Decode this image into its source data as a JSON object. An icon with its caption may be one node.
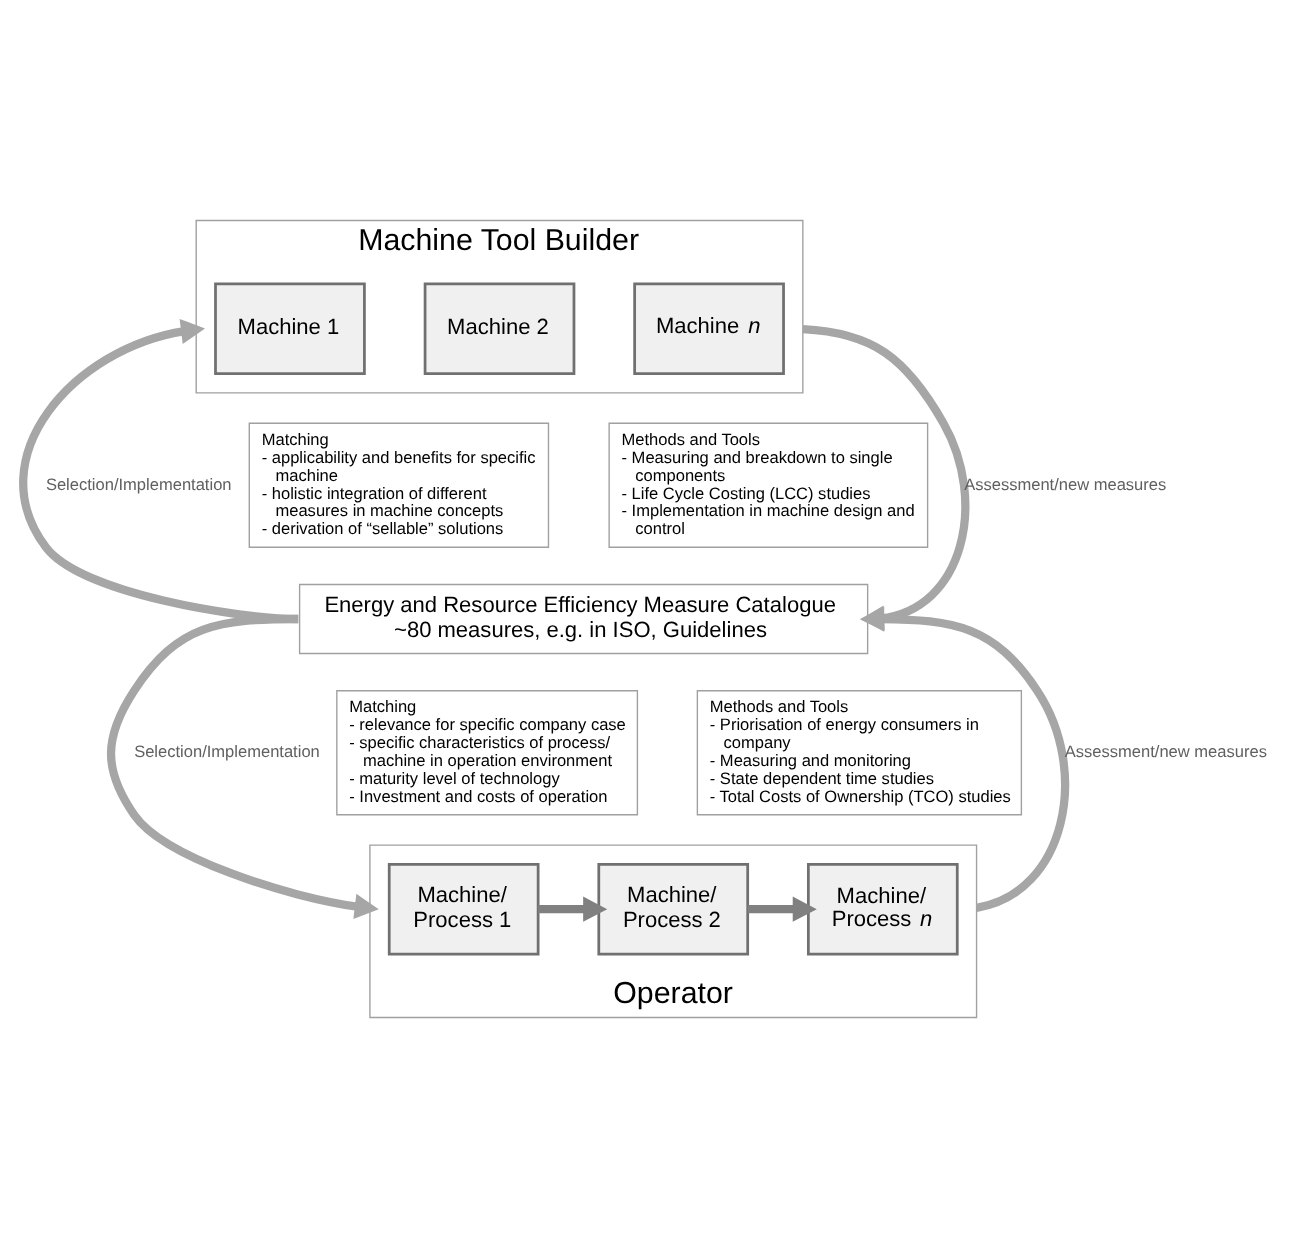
{
  "diagram": {
    "nodes": [
      {
        "text": [
          "Machine Tool Builder"
        ]
      },
      {
        "text": [
          "Machine 1"
        ],
        "in": 0
      },
      {
        "text": [
          "Machine 2"
        ],
        "in": 0
      },
      {
        "text": [
          "Machine *n*"
        ],
        "in": 0
      },
      {
        "text": [
          "Matching",
          "- applicability and benefits for specific machine",
          "- holistic integration of different measures in machine concepts",
          "- derivation of “sellable” solutions"
        ]
      },
      {
        "text": [
          "Methods and Tools",
          "- Measuring and breakdown to single components",
          "- Life Cycle Costing (LCC) studies",
          "- Implementation in machine design and control"
        ]
      },
      {
        "text": [
          "Energy and Resource Efficiency Measure Catalogue",
          "~80 measures, e.g. in ISO, Guidelines"
        ]
      },
      {
        "text": [
          "Matching",
          "- relevance for specific company case",
          "- specific characteristics of process/ machine in operation environment",
          "- maturity level of technology",
          "- Investment and costs of operation"
        ]
      },
      {
        "text": [
          "Methods and Tools",
          "- Priorisation of energy consumers in company",
          "- Measuring and monitoring",
          "- State dependent time studies",
          "- Total Costs of Ownership (TCO) studies"
        ]
      },
      {
        "text": [
          "Operator"
        ]
      },
      {
        "text": [
          "Machine/ Process 1"
        ],
        "in": 9
      },
      {
        "text": [
          "Machine/ Process 2"
        ],
        "in": 9
      },
      {
        "text": [
          "Machine/ Process *n*"
        ],
        "in": 9
      }
    ],
    "edges": [
      {
        "from": 6,
        "to": 0,
        "arrow": "to",
        "label": "Selection/Implementation"
      },
      {
        "from": 0,
        "to": 6,
        "arrow": "to",
        "label": "Assessment/new measures"
      },
      {
        "from": 6,
        "to": 9,
        "arrow": "to",
        "label": "Selection/Implementation"
      },
      {
        "from": 9,
        "to": 6,
        "arrow": "to",
        "label": "Assessment/new measures"
      },
      {
        "from": 10,
        "to": 11,
        "arrow": "to",
        "color": "#808080"
      },
      {
        "from": 11,
        "to": 12,
        "arrow": "to",
        "color": "#808080"
      }
    ]
  }
}
